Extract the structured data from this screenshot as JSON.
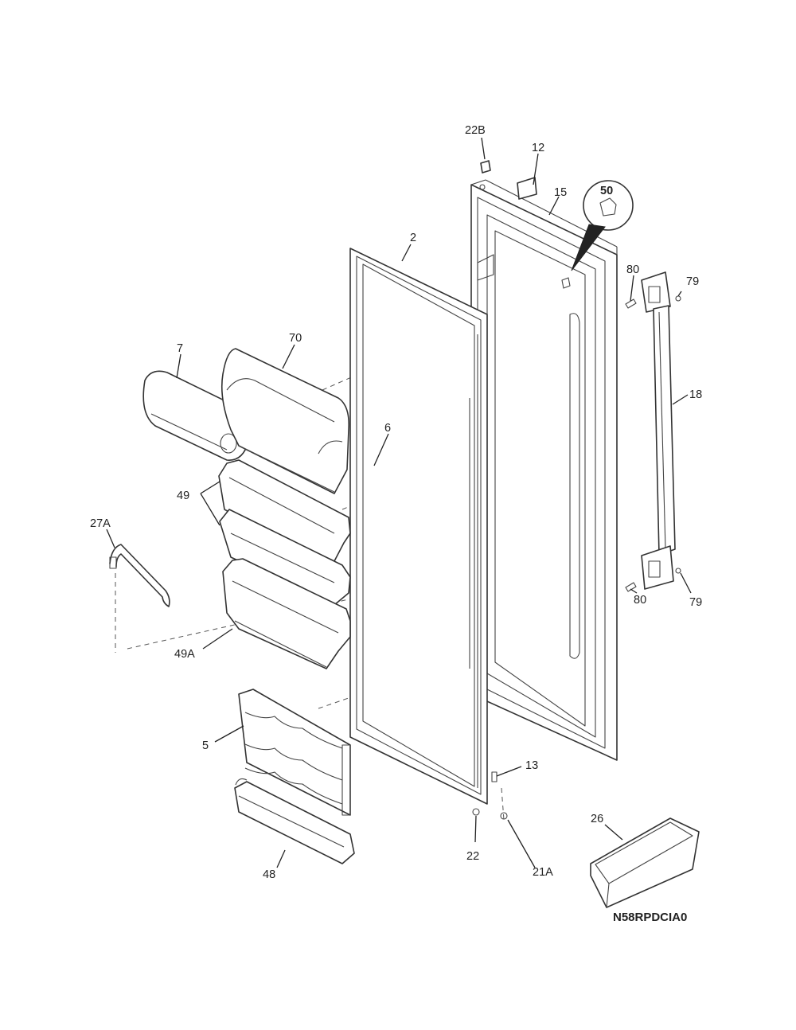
{
  "callouts": {
    "c22B": "22B",
    "c12": "12",
    "c15": "15",
    "c50": "50",
    "c2": "2",
    "c80a": "80",
    "c79a": "79",
    "c70": "70",
    "c7": "7",
    "c18": "18",
    "c6": "6",
    "c49": "49",
    "c27A": "27A",
    "c80b": "80",
    "c79b": "79",
    "c49A": "49A",
    "c5": "5",
    "c13": "13",
    "c26": "26",
    "c22": "22",
    "c48": "48",
    "c21A": "21A"
  },
  "diagram_code": "N58RPDCIA0"
}
